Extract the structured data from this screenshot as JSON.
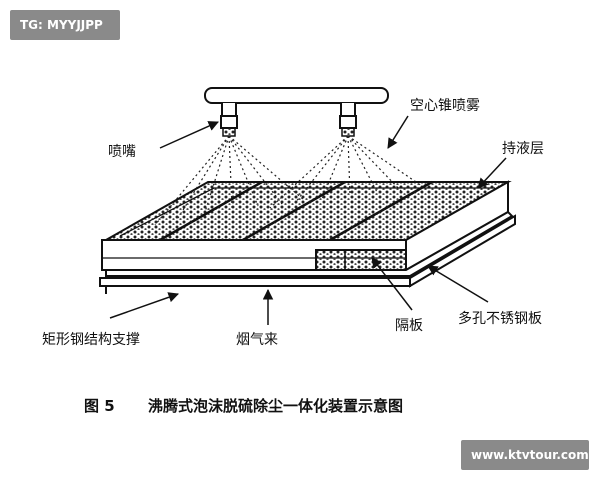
{
  "watermarks": {
    "top_left": "TG: MYYJJPP",
    "bottom_right": "www.ktvtour.com"
  },
  "labels": {
    "nozzle": "喷嘴",
    "hollow_cone_spray": "空心锥喷雾",
    "liquid_holding_layer": "持液层",
    "partition": "隔板",
    "perforated_plate": "多孔不锈钢板",
    "frame_support": "矩形钢结构支撑",
    "flue_gas_inlet": "烟气来"
  },
  "caption": {
    "figure_number": "图 5",
    "title": "沸腾式泡沫脱硫除尘一体化装置示意图"
  },
  "colors": {
    "ink": "#111111",
    "watermark_bg": "#8a8a8a",
    "watermark_text": "#ffffff"
  }
}
